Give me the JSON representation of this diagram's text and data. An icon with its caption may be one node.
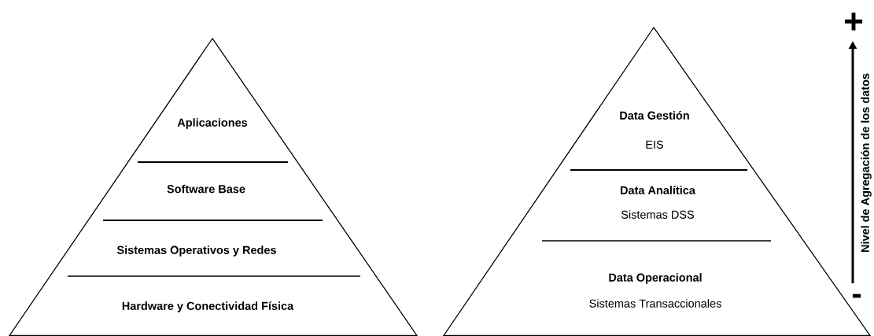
{
  "diagram": {
    "nodes": [
      {
        "text": [
          "Aplicaciones"
        ]
      },
      {
        "text": [
          "Software Base"
        ]
      },
      {
        "text": [
          "Sistemas Operativos y Redes"
        ]
      },
      {
        "text": [
          "Hardware y Conectividad Física"
        ]
      },
      {
        "text": [
          "Data Gestión",
          "EIS"
        ]
      },
      {
        "text": [
          "Data Analítica",
          "Sistemas DSS"
        ]
      },
      {
        "text": [
          "Data Operacional",
          "Sistemas Transaccionales"
        ]
      }
    ],
    "labels": [
      "+",
      "Nivel de Agregación de los datos",
      "-"
    ]
  }
}
